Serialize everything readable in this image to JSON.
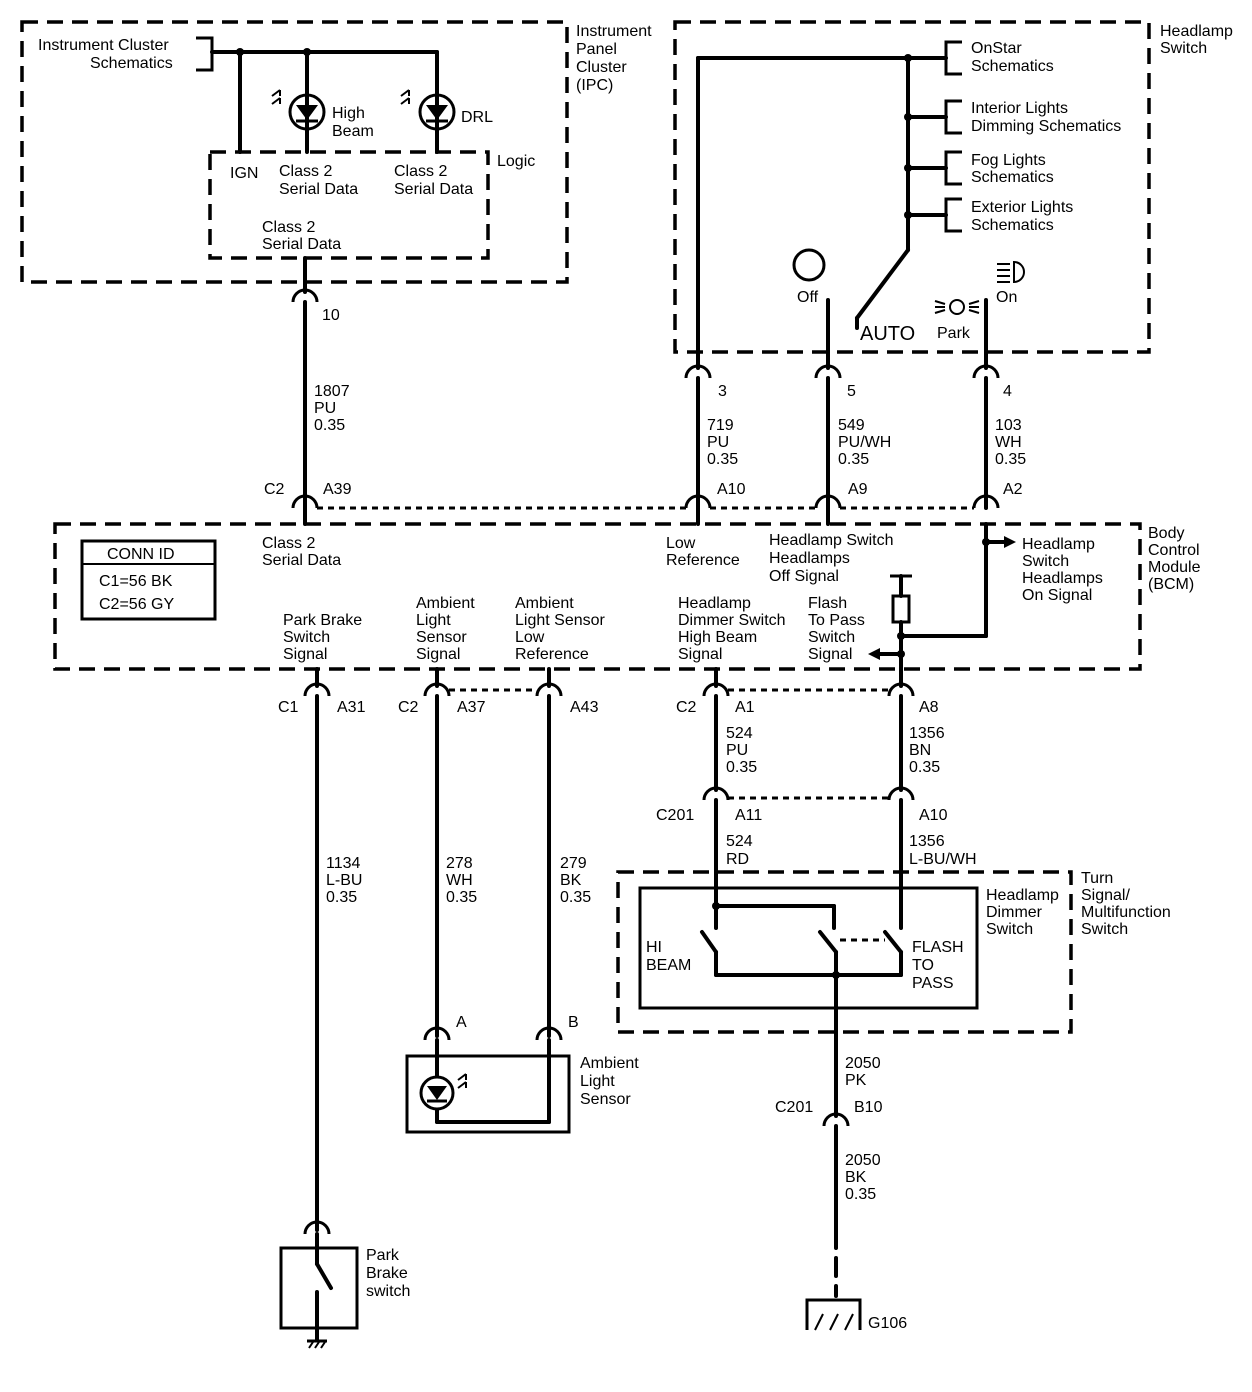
{
  "ipc": {
    "title": [
      "Instrument",
      "Panel",
      "Cluster",
      "(IPC)"
    ],
    "schematics_ref": [
      "Instrument Cluster",
      "Schematics"
    ],
    "high_beam": [
      "High",
      "Beam"
    ],
    "drl": "DRL",
    "logic": "Logic",
    "ign": "IGN",
    "class2_a": [
      "Class 2",
      "Serial Data"
    ],
    "class2_b": [
      "Class 2",
      "Serial Data"
    ],
    "class2_c": [
      "Class 2",
      "Serial Data"
    ],
    "pin": "10"
  },
  "headlamp_switch": {
    "title": [
      "Headlamp",
      "Switch"
    ],
    "refs": [
      [
        "OnStar",
        "Schematics"
      ],
      [
        "Interior Lights",
        "Dimming Schematics"
      ],
      [
        "Fog Lights",
        "Schematics"
      ],
      [
        "Exterior Lights",
        "Schematics"
      ]
    ],
    "off": "Off",
    "auto": "AUTO",
    "park": "Park",
    "on": "On",
    "pins": [
      "3",
      "5",
      "4"
    ]
  },
  "wires": {
    "w1807": [
      "1807",
      "PU",
      "0.35"
    ],
    "w719": [
      "719",
      "PU",
      "0.35"
    ],
    "w549": [
      "549",
      "PU/WH",
      "0.35"
    ],
    "w103": [
      "103",
      "WH",
      "0.35"
    ],
    "w524a": [
      "524",
      "PU",
      "0.35"
    ],
    "w1356a": [
      "1356",
      "BN",
      "0.35"
    ],
    "w524b": [
      "524",
      "RD"
    ],
    "w1356b": [
      "1356",
      "L-BU/WH"
    ],
    "w1134": [
      "1134",
      "L-BU",
      "0.35"
    ],
    "w278": [
      "278",
      "WH",
      "0.35"
    ],
    "w279": [
      "279",
      "BK",
      "0.35"
    ],
    "w2050a": [
      "2050",
      "PK"
    ],
    "w2050b": [
      "2050",
      "BK",
      "0.35"
    ]
  },
  "connectors": {
    "c2": "C2",
    "a39": "A39",
    "a10": "A10",
    "a9": "A9",
    "a2": "A2",
    "c1": "C1",
    "a31": "A31",
    "c2b": "C2",
    "a37": "A37",
    "a43": "A43",
    "c2c": "C2",
    "a1": "A1",
    "a8": "A8",
    "c201a": "C201",
    "a11": "A11",
    "a10b": "A10",
    "pin_a": "A",
    "pin_b": "B",
    "c201b": "C201",
    "b10": "B10"
  },
  "bcm": {
    "title": [
      "Body",
      "Control",
      "Module",
      "(BCM)"
    ],
    "conn_id_title": "CONN ID",
    "conn_ids": [
      "C1=56 BK",
      "C2=56 GY"
    ],
    "class2": [
      "Class 2",
      "Serial Data"
    ],
    "low_ref": [
      "Low",
      "Reference"
    ],
    "hs_off": [
      "Headlamp Switch",
      "Headlamps",
      "Off Signal"
    ],
    "hs_on": [
      "Headlamp",
      "Switch",
      "Headlamps",
      "On Signal"
    ],
    "park_brake": [
      "Park Brake",
      "Switch",
      "Signal"
    ],
    "ambient_sig": [
      "Ambient",
      "Light",
      "Sensor",
      "Signal"
    ],
    "ambient_low": [
      "Ambient",
      "Light Sensor",
      "Low",
      "Reference"
    ],
    "dimmer_hb": [
      "Headlamp",
      "Dimmer Switch",
      "High Beam",
      "Signal"
    ],
    "flash": [
      "Flash",
      "To Pass",
      "Switch",
      "Signal"
    ]
  },
  "turn_signal": {
    "title": [
      "Turn",
      "Signal/",
      "Multifunction",
      "Switch"
    ],
    "dimmer": [
      "Headlamp",
      "Dimmer",
      "Switch"
    ],
    "hi_beam": [
      "HI",
      "BEAM"
    ],
    "flash_pass": [
      "FLASH",
      "TO",
      "PASS"
    ]
  },
  "ambient_sensor": [
    "Ambient",
    "Light",
    "Sensor"
  ],
  "park_brake_switch": [
    "Park",
    "Brake",
    "switch"
  ],
  "ground": "G106"
}
